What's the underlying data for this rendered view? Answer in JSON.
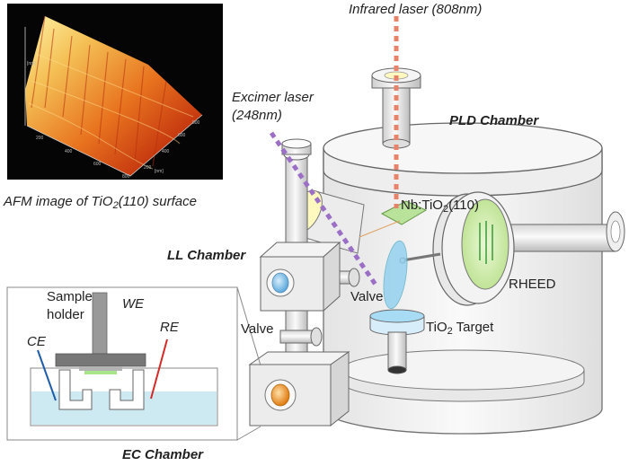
{
  "labels": {
    "infrared_laser": "Infrared laser (808nm)",
    "excimer_laser_line1": "Excimer laser",
    "excimer_laser_line2": "(248nm)",
    "pld_chamber": "PLD Chamber",
    "afm_caption_pre": "AFM image of TiO",
    "afm_caption_sub": "2",
    "afm_caption_post": "(110) surface",
    "substrate_pre": "Nb:TiO",
    "substrate_sub": "2",
    "substrate_post": "(110)",
    "ll_chamber": "LL Chamber",
    "valve_upper": "Valve",
    "valve_lower": "Valve",
    "rheed": "RHEED",
    "target_pre": "TiO",
    "target_sub": "2",
    "target_post": " Target",
    "sample_holder_line1": "Sample",
    "sample_holder_line2": "holder",
    "we": "WE",
    "ce": "CE",
    "re": "RE",
    "ec_chamber": "EC Chamber"
  },
  "afm_axis": {
    "z_unit": "[nm]",
    "x_unit": "[nm]",
    "x_ticks": [
      "200",
      "400",
      "600",
      "800"
    ],
    "y_ticks": [
      "200",
      "400",
      "600",
      "800"
    ]
  },
  "colors": {
    "laser": "#e8836a",
    "excimer": "#9b6fc6",
    "chamber_fill": "#f0f0f0",
    "chamber_stroke": "#555555",
    "electrolyte": "#cde9f2",
    "ce_wire": "#1f5ca8",
    "re_wire": "#d42a2a",
    "rheed_screen": "#cfe9a6",
    "window_blue": "#8cc8e8",
    "window_orange": "#f0a040"
  }
}
